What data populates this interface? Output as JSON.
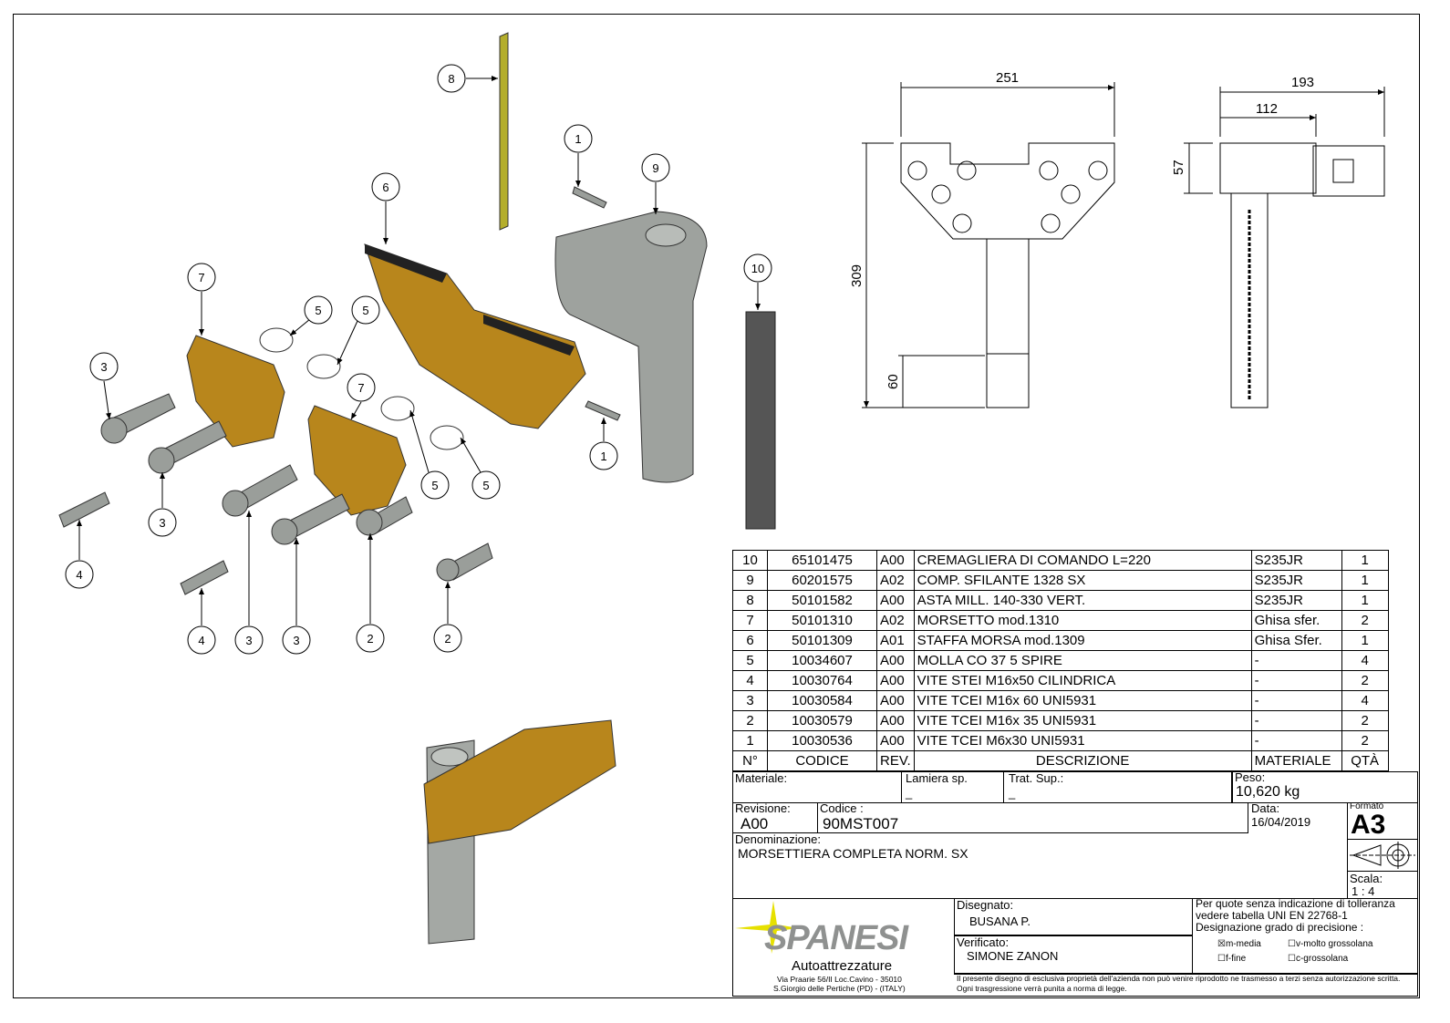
{
  "balloons": [
    "8",
    "1",
    "9",
    "6",
    "10",
    "7",
    "5",
    "5",
    "3",
    "7",
    "1",
    "5",
    "5",
    "3",
    "4",
    "4",
    "3",
    "3",
    "2",
    "2"
  ],
  "dimensions": {
    "front_width": "251",
    "front_height": "309",
    "front_bottom": "60",
    "side_width": "193",
    "side_inner": "112",
    "side_top": "57"
  },
  "bom": {
    "rows": [
      {
        "n": "10",
        "code": "65101475",
        "rev": "A00",
        "desc": "CREMAGLIERA DI COMANDO L=220",
        "mat": "S235JR",
        "qty": "1"
      },
      {
        "n": "9",
        "code": "60201575",
        "rev": "A02",
        "desc": "COMP. SFILANTE 1328 SX",
        "mat": "S235JR",
        "qty": "1"
      },
      {
        "n": "8",
        "code": "50101582",
        "rev": "A00",
        "desc": "ASTA MILL. 140-330  VERT.",
        "mat": "S235JR",
        "qty": "1"
      },
      {
        "n": "7",
        "code": "50101310",
        "rev": "A02",
        "desc": "MORSETTO mod.1310",
        "mat": "Ghisa sfer.",
        "qty": "2"
      },
      {
        "n": "6",
        "code": "50101309",
        "rev": "A01",
        "desc": "STAFFA MORSA mod.1309",
        "mat": "Ghisa Sfer.",
        "qty": "1"
      },
      {
        "n": "5",
        "code": "10034607",
        "rev": "A00",
        "desc": "MOLLA CO 37 5 SPIRE",
        "mat": "-",
        "qty": "4"
      },
      {
        "n": "4",
        "code": "10030764",
        "rev": "A00",
        "desc": "VITE STEI M16x50 CILINDRICA",
        "mat": "-",
        "qty": "2"
      },
      {
        "n": "3",
        "code": "10030584",
        "rev": "A00",
        "desc": "VITE TCEI M16x 60 UNI5931",
        "mat": "-",
        "qty": "4"
      },
      {
        "n": "2",
        "code": "10030579",
        "rev": "A00",
        "desc": "VITE TCEI M16x 35 UNI5931",
        "mat": "-",
        "qty": "2"
      },
      {
        "n": "1",
        "code": "10030536",
        "rev": "A00",
        "desc": "VITE TCEI M6x30 UNI5931",
        "mat": "-",
        "qty": "2"
      }
    ],
    "header": {
      "n": "N°",
      "code": "CODICE",
      "rev": "REV.",
      "desc": "DESCRIZIONE",
      "mat": "MATERIALE",
      "qty": "QTÀ"
    }
  },
  "title_block": {
    "materiale_label": "Materiale:",
    "lamiera_label": "Lamiera sp.",
    "lamiera_value": "_",
    "trat_label": "Trat. Sup.:",
    "trat_value": "_",
    "peso_label": "Peso:",
    "peso_value": "10,620 kg",
    "revisione_label": "Revisione:",
    "revisione_value": "A00",
    "codice_label": "Codice :",
    "codice_value": "90MST007",
    "data_label": "Data:",
    "data_value": "16/04/2019",
    "formato_label": "Formato",
    "formato_value": "A3",
    "denominazione_label": "Denominazione:",
    "denominazione_value": "MORSETTIERA COMPLETA NORM. SX",
    "scala_label": "Scala:",
    "scala_value": "1 : 4",
    "disegnato_label": "Disegnato:",
    "disegnato_value": "BUSANA P.",
    "verificato_label": "Verificato:",
    "verificato_value": "SIMONE ZANON",
    "tolerance_line1": "Per quote senza indicazione di tolleranza",
    "tolerance_line2": "vedere tabella UNI EN 22768-1",
    "precision_label": "Designazione grado di precisione :",
    "opt_m": "m-media",
    "opt_v": "v-molto grossolana",
    "opt_f": "f-fine",
    "opt_c": "c-grossolana",
    "disclaimer1": "Il presente disegno di esclusiva proprietà dell'azienda non può venire riprodotto ne trasmesso a terzi senza autorizzazione scritta.",
    "disclaimer2": "Ogni trasgressione verrà punita a norma di legge."
  },
  "company": {
    "name": "SPANESI",
    "subtitle": "Autoattrezzature",
    "address1": "Via Praarie 56/II  Loc.Cavino - 35010",
    "address2": "S.Giorgio delle Pertiche (PD) - (ITALY)",
    "logo_color": "#e6e000"
  },
  "colors": {
    "gold": "#b8861c",
    "steel": "#a4a8a4"
  }
}
